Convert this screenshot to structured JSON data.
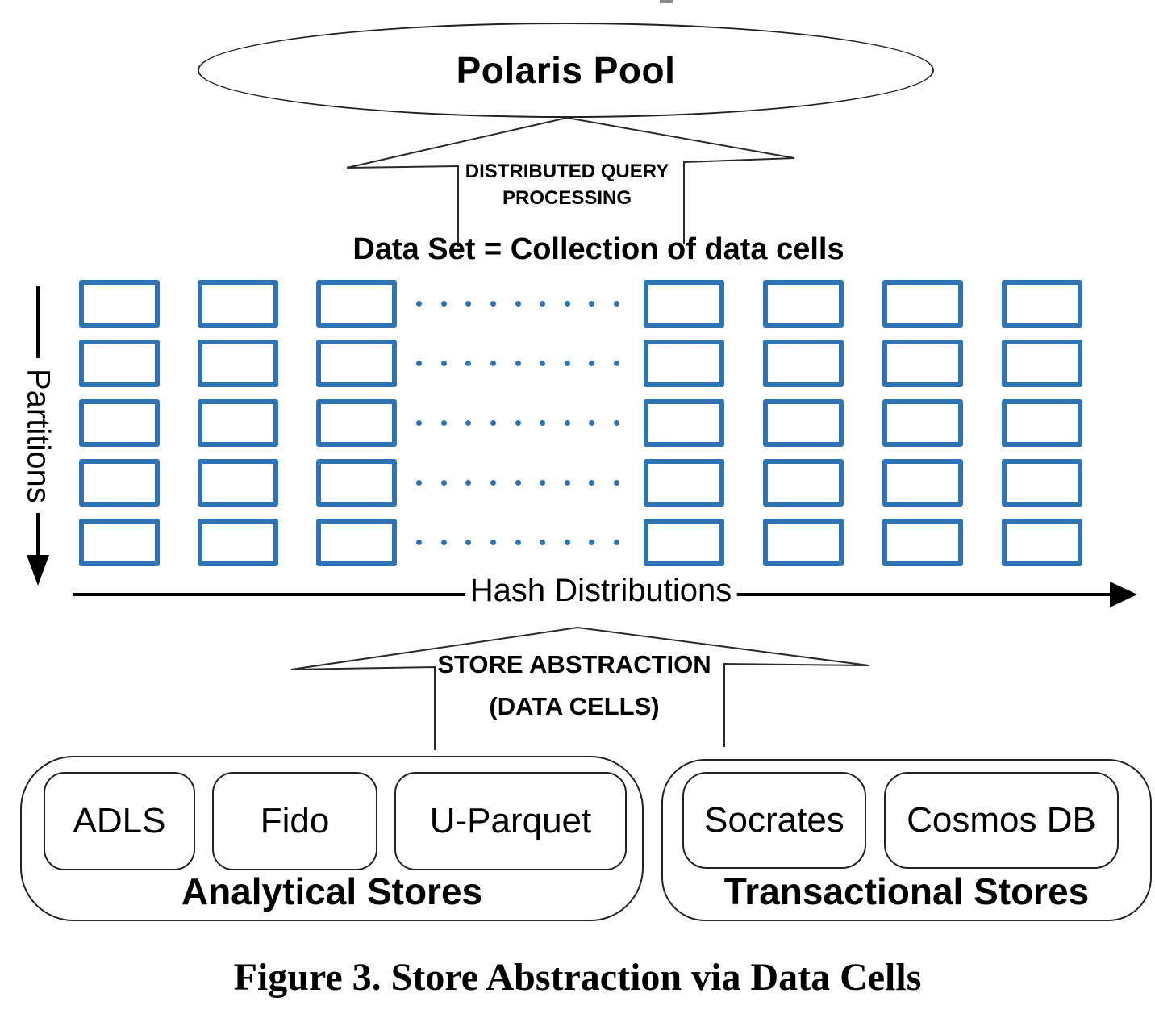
{
  "figure": {
    "polaris_pool_label": "Polaris Pool",
    "query_arrow_label_line1": "DISTRIBUTED QUERY",
    "query_arrow_label_line2": "PROCESSING",
    "dataset_label": "Data Set = Collection of data cells",
    "partitions_axis_label": "Partitions",
    "hash_axis_label": "Hash Distributions",
    "store_arrow_label_line1": "STORE ABSTRACTION",
    "store_arrow_label_line2": "(DATA CELLS)",
    "grid": {
      "rows": 5,
      "left_columns": 3,
      "right_columns": 4,
      "dots_per_row": 9,
      "cell_border_color": "#2E74B5"
    },
    "analytical_stores": {
      "label": "Analytical Stores",
      "items": [
        "ADLS",
        "Fido",
        "U-Parquet"
      ]
    },
    "transactional_stores": {
      "label": "Transactional Stores",
      "items": [
        "Socrates",
        "Cosmos DB"
      ]
    },
    "caption": "Figure 3. Store Abstraction via Data Cells"
  }
}
